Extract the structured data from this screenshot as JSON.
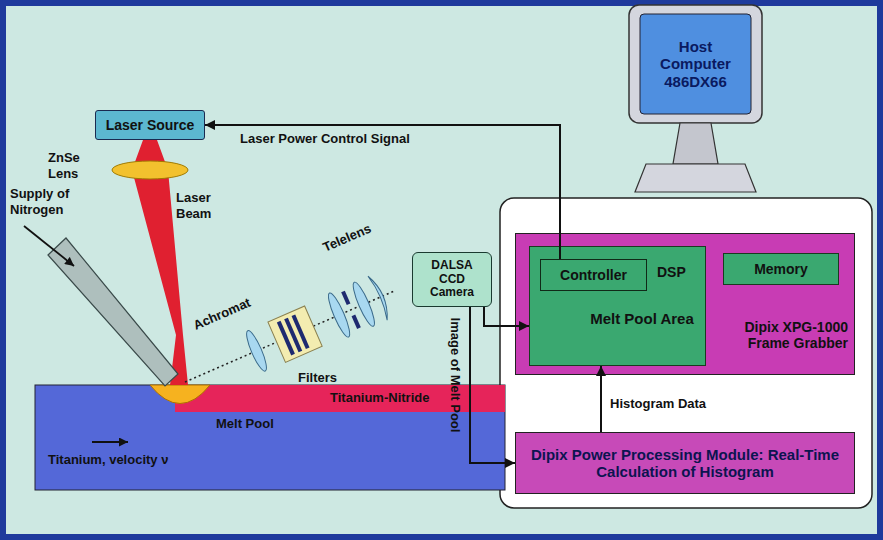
{
  "diagram": {
    "nodes": [
      {
        "text": [
          "Laser Source"
        ]
      },
      {
        "text": [
          "DALSA CCD Camera"
        ]
      },
      {
        "text": [
          "Host Computer 486DX66"
        ]
      },
      {
        "text": [
          "Dipix XPG-1000 Frame Grabber"
        ]
      },
      {
        "text": [
          "DSP",
          "Melt Pool Area"
        ],
        "in": 3
      },
      {
        "text": [
          "Controller"
        ],
        "in": 4
      },
      {
        "text": [
          "Memory"
        ],
        "in": 3
      },
      {
        "text": [
          "Dipix Power Processing Module: Real-Time Calculation of Histogram"
        ]
      }
    ],
    "edges": [
      {
        "from": 5,
        "to": 0,
        "arrow": "to",
        "label": "Laser Power Control Signal"
      },
      {
        "from": 1,
        "to": 4,
        "arrow": "to"
      },
      {
        "from": 1,
        "to": 7,
        "arrow": "to",
        "label": "Image of Melt Pool"
      },
      {
        "from": 7,
        "to": 4,
        "arrow": "to",
        "label": "Histogram Data"
      }
    ],
    "labels": [
      "ZnSe Lens",
      "Laser Beam",
      "Supply of Nitrogen",
      "Achromat",
      "Filters",
      "Telelens",
      "Titanium-Nitride",
      "Melt Pool",
      "Titanium, velocity ν"
    ]
  }
}
